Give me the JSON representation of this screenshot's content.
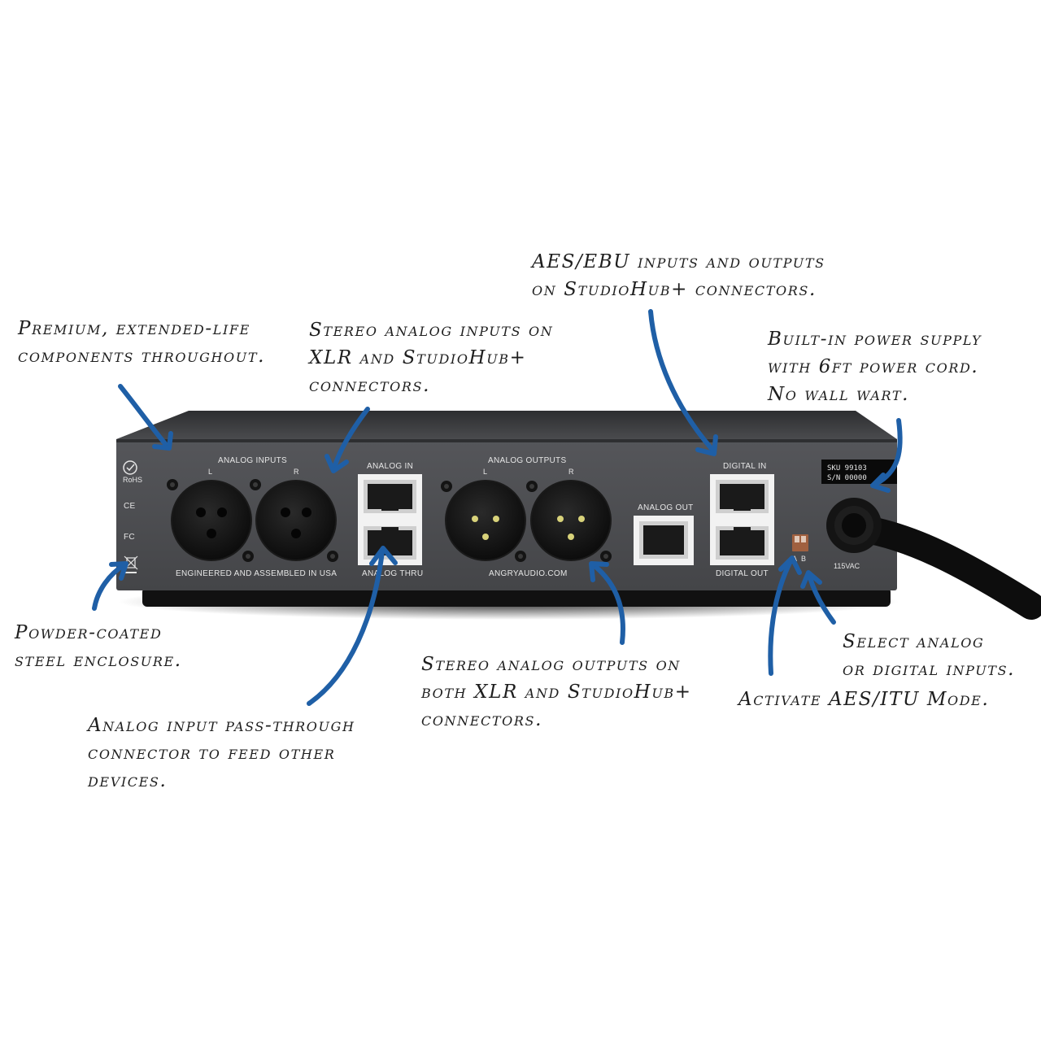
{
  "annotations": {
    "components": [
      "Premium, extended-life",
      "components throughout."
    ],
    "stereo_inputs": [
      "Stereo analog inputs on",
      "XLR and StudioHub+",
      "connectors."
    ],
    "aes_ebu": [
      "AES/EBU inputs and outputs",
      "on StudioHub+ connectors."
    ],
    "power_supply": [
      "Built-in power supply",
      "with 6ft power cord.",
      "No wall wart."
    ],
    "enclosure": [
      "Powder-coated",
      "steel enclosure."
    ],
    "pass_through": [
      "Analog input pass-through",
      "connector to feed other",
      "devices."
    ],
    "stereo_outputs": [
      "Stereo analog outputs on",
      "both XLR and StudioHub+",
      "connectors."
    ],
    "select_inputs": [
      "Select analog",
      "or digital inputs."
    ],
    "aes_itu": [
      "Activate AES/ITU Mode."
    ]
  },
  "panel": {
    "analog_inputs": "ANALOG INPUTS",
    "in_l": "L",
    "in_r": "R",
    "engineered": "ENGINEERED AND ASSEMBLED IN USA",
    "analog_in": "ANALOG IN",
    "analog_thru": "ANALOG THRU",
    "analog_outputs": "ANALOG OUTPUTS",
    "out_l": "L",
    "out_r": "R",
    "website": "ANGRYAUDIO.COM",
    "analog_out": "ANALOG OUT",
    "digital_in": "DIGITAL IN",
    "digital_out": "DIGITAL OUT",
    "switch_a": "A",
    "switch_b": "B",
    "voltage": "115VAC",
    "sku": "SKU 99103",
    "sn": "S/N 00000",
    "ce": "CE",
    "fc": "FC",
    "rohs": "RoHS"
  },
  "colors": {
    "arrow": "#1f5fa6",
    "chassis": "#4b4c4f",
    "chassis_top": "#3a3b3d",
    "ink": "#1e1e1e"
  }
}
